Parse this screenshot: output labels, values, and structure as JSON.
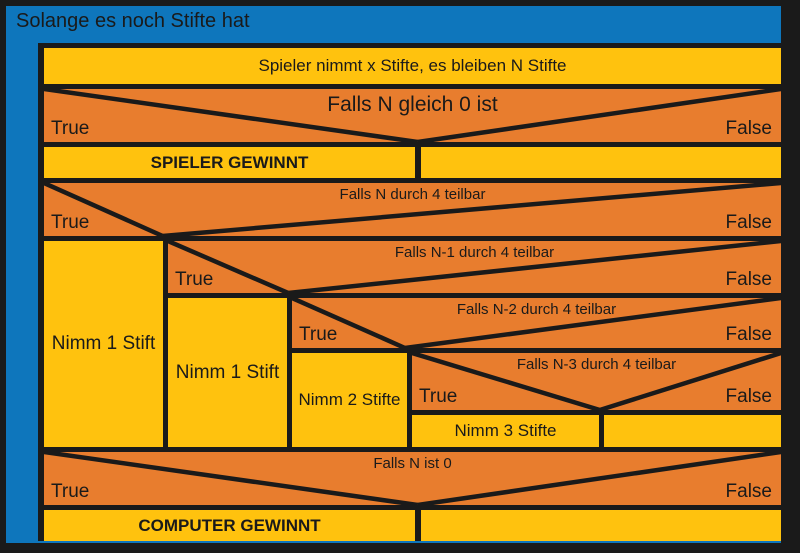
{
  "colors": {
    "frame": "#1A1A1A",
    "blue": "#0E76BC",
    "orange": "#E87D2E",
    "yellow": "#FFC20E",
    "text": "#1A1A1A"
  },
  "loop": {
    "title": "Solange es noch Stifte hat"
  },
  "process_top": "Spieler nimmt x Stifte, es bleiben N Stifte",
  "conditions": {
    "n_equals_0": {
      "label": "Falls N gleich 0 ist",
      "true_label": "True",
      "false_label": "False"
    },
    "n_div4": {
      "label": "Falls N durch 4 teilbar",
      "true_label": "True",
      "false_label": "False"
    },
    "n1_div4": {
      "label": "Falls N-1 durch 4 teilbar",
      "true_label": "True",
      "false_label": "False"
    },
    "n2_div4": {
      "label": "Falls N-2 durch 4 teilbar",
      "true_label": "True",
      "false_label": "False"
    },
    "n3_div4": {
      "label": "Falls N-3 durch 4 teilbar",
      "true_label": "True",
      "false_label": "False"
    },
    "n_is_0": {
      "label": "Falls N ist 0",
      "true_label": "True",
      "false_label": "False"
    }
  },
  "outcomes": {
    "player_wins": "SPIELER GEWINNT",
    "computer_wins": "COMPUTER GEWINNT"
  },
  "actions": {
    "take_1_a": "Nimm 1 Stift",
    "take_1_b": "Nimm 1 Stift",
    "take_2": "Nimm 2 Stifte",
    "take_3": "Nimm 3 Stifte"
  }
}
